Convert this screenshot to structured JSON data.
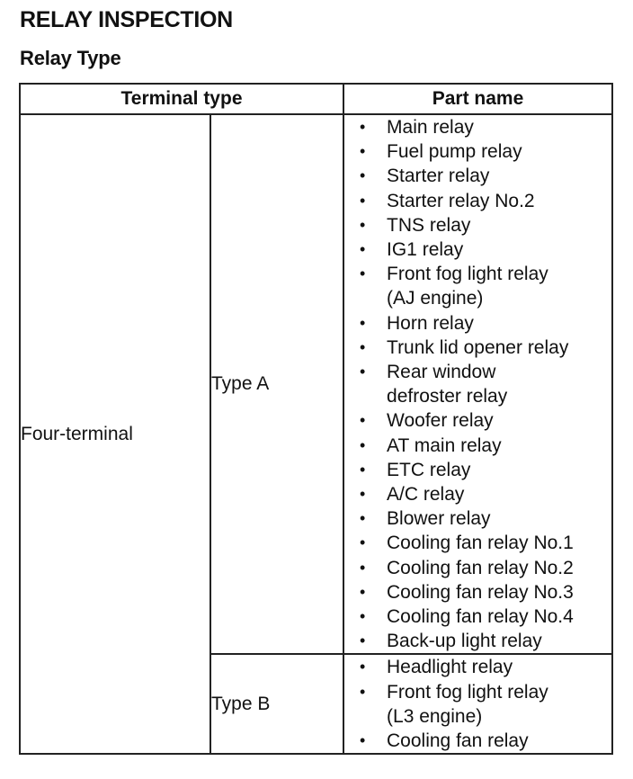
{
  "title": "RELAY INSPECTION",
  "subtitle": "Relay Type",
  "table": {
    "headers": {
      "terminal_type": "Terminal type",
      "part_name": "Part name"
    },
    "terminal": "Four-terminal",
    "type_a": {
      "label": "Type A",
      "parts": [
        "Main relay",
        "Fuel pump relay",
        "Starter relay",
        "Starter relay No.2",
        "TNS relay",
        "IG1 relay",
        "Front fog light relay\n(AJ engine)",
        "Horn relay",
        "Trunk lid opener relay",
        "Rear window\ndefroster relay",
        "Woofer relay",
        "AT main relay",
        "ETC relay",
        "A/C relay",
        "Blower relay",
        "Cooling fan relay No.1",
        "Cooling fan relay No.2",
        "Cooling fan relay No.3",
        "Cooling fan relay No.4",
        "Back-up light relay"
      ]
    },
    "type_b": {
      "label": "Type B",
      "parts": [
        "Headlight relay",
        "Front fog light relay\n(L3 engine)",
        "Cooling fan relay"
      ]
    }
  }
}
